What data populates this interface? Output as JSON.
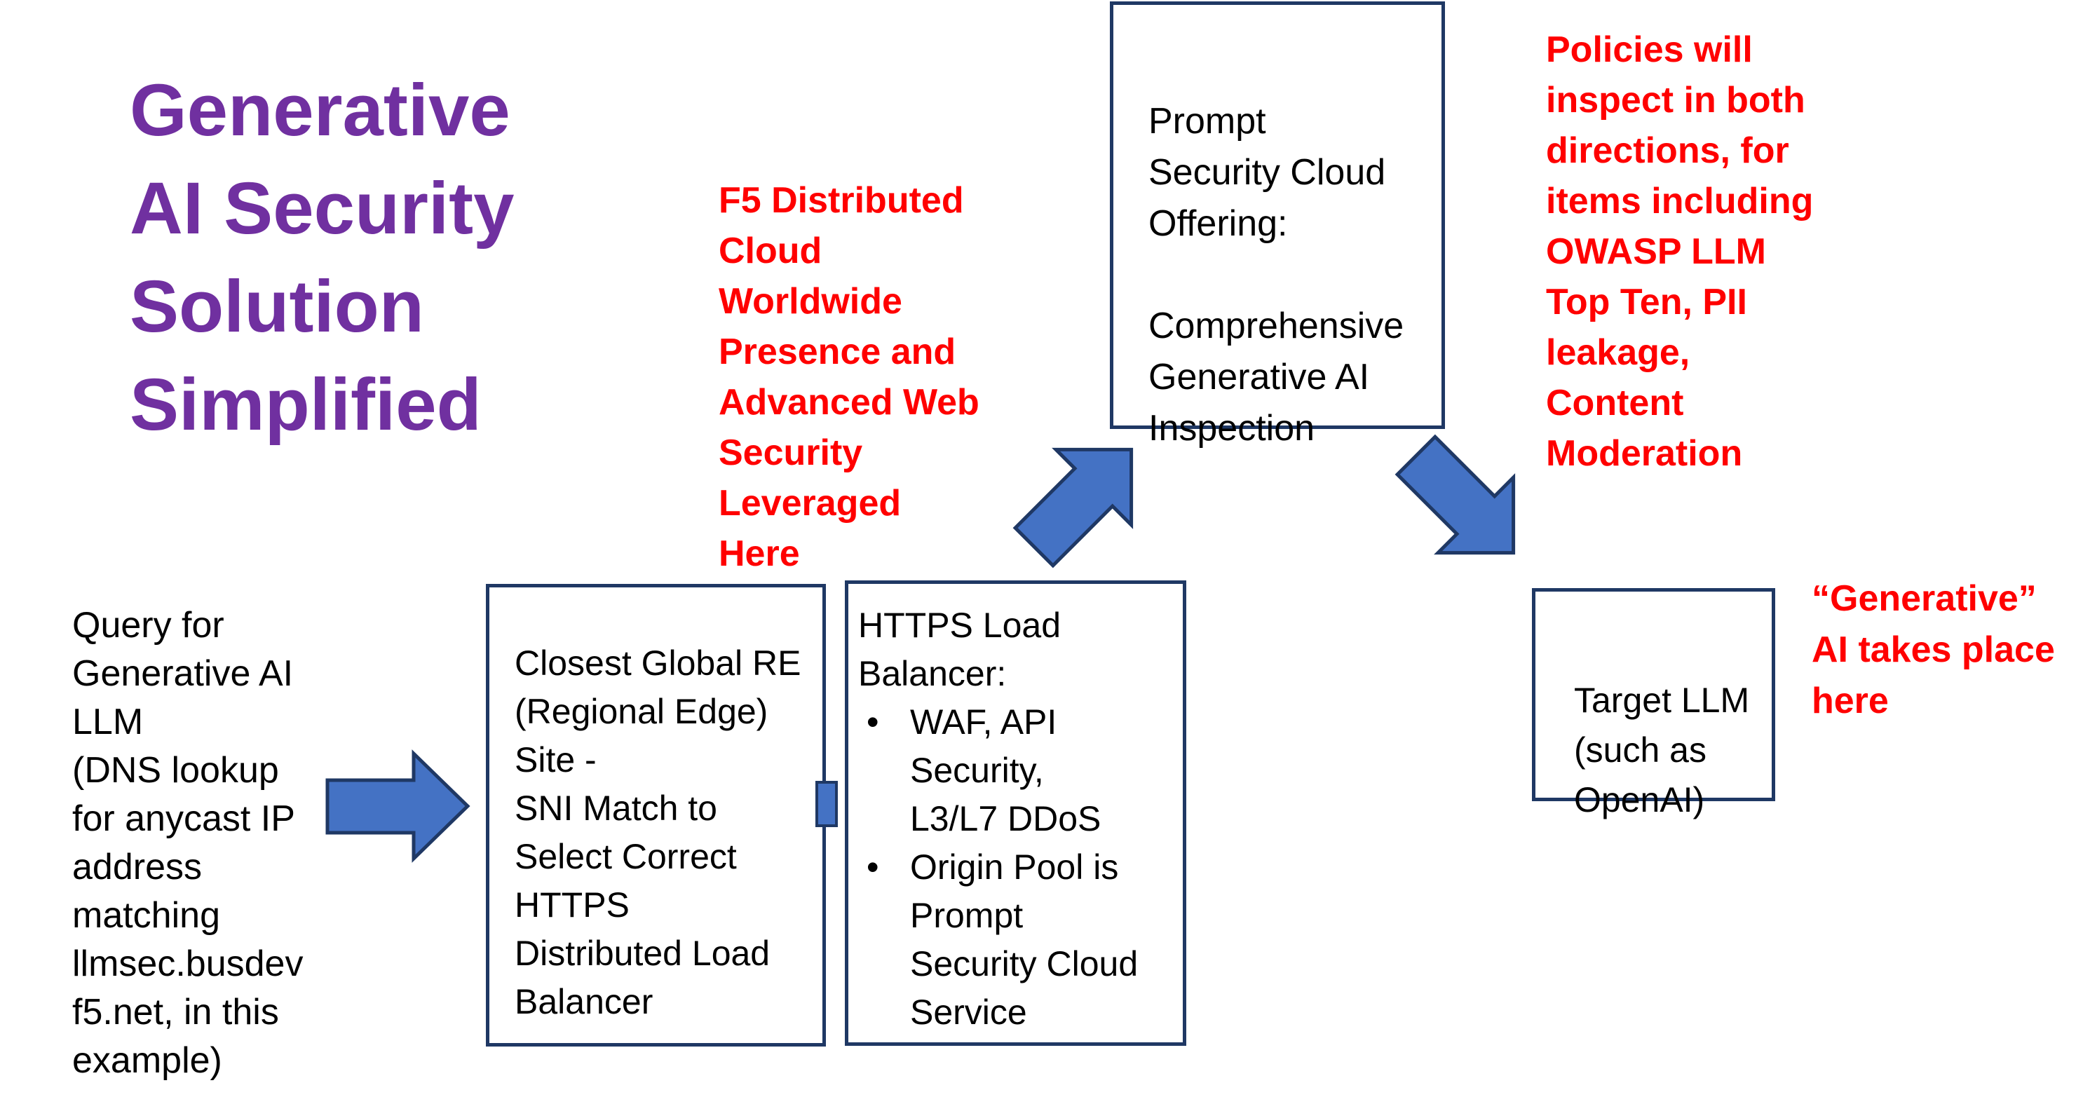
{
  "title": {
    "text": "Generative\nAI Security\nSolution\nSimplified"
  },
  "annotations": {
    "f5_cloud": {
      "text": "F5 Distributed\nCloud\nWorldwide\nPresence and\nAdvanced Web\nSecurity\nLeveraged\nHere"
    },
    "policies": {
      "text": "Policies will\ninspect in both\ndirections, for\nitems including\nOWASP LLM\nTop Ten, PII\nleakage,\nContent\nModeration"
    },
    "query": {
      "text": "Query for\nGenerative AI\nLLM\n(DNS lookup\nfor anycast IP\naddress\nmatching\nllmsec.busdev\nf5.net, in this\nexample)"
    },
    "generative_here": {
      "text": "“Generative”\nAI takes place\nhere"
    }
  },
  "boxes": {
    "prompt_security": {
      "text": "Prompt\nSecurity Cloud\nOffering:\n\nComprehensive\nGenerative AI\nInspection"
    },
    "closest_re": {
      "text": "Closest Global RE\n(Regional Edge)\nSite -\nSNI Match to\nSelect Correct\nHTTPS\nDistributed Load\nBalancer"
    },
    "https_lb": {
      "heading": "HTTPS Load\nBalancer:",
      "bullet_glyph": "•",
      "bullets": [
        "WAF, API\nSecurity,\nL3/L7 DDoS",
        "Origin Pool is\nPrompt\nSecurity Cloud\nService"
      ]
    },
    "target_llm": {
      "text": "Target LLM\n(such as\nOpenAI)"
    }
  },
  "colors": {
    "accent_red": "#FF0000",
    "title_purple": "#7030A0",
    "arrow_fill": "#4472C4",
    "arrow_stroke": "#1F3864",
    "box_border": "#1F3864",
    "text_black": "#000000",
    "background": "#FFFFFF"
  }
}
